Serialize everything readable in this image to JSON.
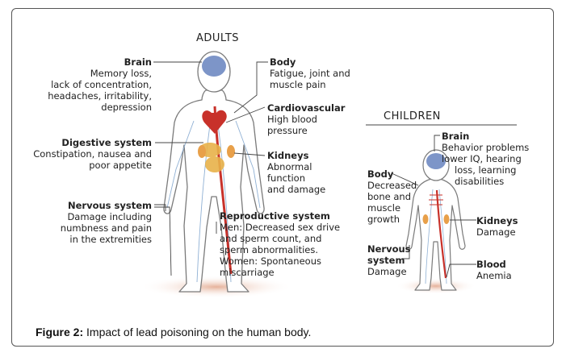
{
  "adults": {
    "title": "ADULTS",
    "brain": {
      "title": "Brain",
      "lines": [
        "Memory loss,",
        "lack of concentration,",
        "headaches, irritability,",
        "depression"
      ]
    },
    "digestive": {
      "title": "Digestive system",
      "lines": [
        "Constipation, nausea and",
        "poor appetite"
      ]
    },
    "nervous": {
      "title": "Nervous system",
      "lines": [
        "Damage including",
        "numbness and pain",
        "in the extremities"
      ]
    },
    "body": {
      "title": "Body",
      "lines": [
        "Fatigue, joint and",
        "muscle pain"
      ]
    },
    "cardio": {
      "title": "Cardiovascular",
      "lines": [
        "High blood",
        "pressure"
      ]
    },
    "kidneys": {
      "title": "Kidneys",
      "lines": [
        "Abnormal",
        "function",
        "and damage"
      ]
    },
    "reproductive": {
      "title": "Reproductive system",
      "lines": [
        "Men: Decreased sex drive",
        "and sperm count, and",
        "sperm abnormalities.",
        "Women: Spontaneous",
        "miscarriage"
      ]
    }
  },
  "children": {
    "title": "CHILDREN",
    "brain": {
      "title": "Brain",
      "lines": [
        "Behavior problems",
        "lower IQ, hearing",
        "loss, learning",
        "disabilities"
      ]
    },
    "body": {
      "title": "Body",
      "lines": [
        "Decreased",
        "bone and",
        "muscle",
        "growth"
      ]
    },
    "nervous": {
      "title_line1": "Nervous",
      "title_line2": "system",
      "lines": [
        "Damage"
      ]
    },
    "kidneys": {
      "title": "Kidneys",
      "lines": [
        "Damage"
      ]
    },
    "blood": {
      "title": "Blood",
      "lines": [
        "Anemia"
      ]
    }
  },
  "caption": {
    "label": "Figure 2:",
    "text": "Impact of lead poisoning on the human body."
  },
  "colors": {
    "brain": "#7d95c8",
    "heart": "#c8312a",
    "organs": "#e8b24a",
    "vessels": "#8fb0d4",
    "shadow": "#e9c3b0"
  }
}
